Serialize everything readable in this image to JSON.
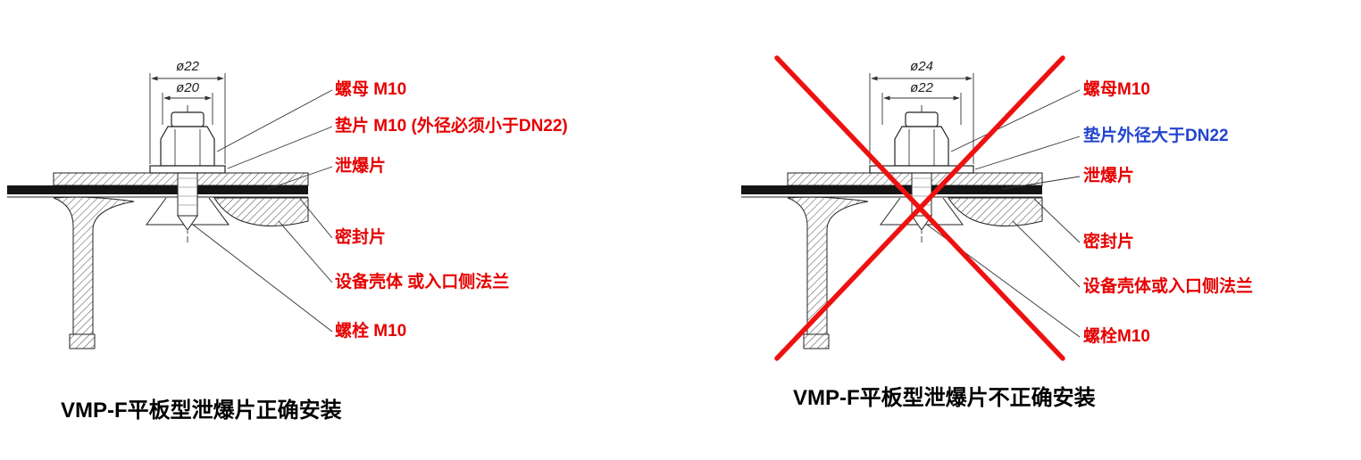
{
  "colors": {
    "label_red": "#e60000",
    "label_blue": "#2244cc",
    "cross_red": "#ee1111",
    "caption_black": "#000000"
  },
  "left_diagram": {
    "dims": {
      "outer": "ø22",
      "inner": "ø20"
    },
    "labels": [
      {
        "text": "螺母 M10",
        "color": "red"
      },
      {
        "text": "垫片 M10 (外径必须小于DN22)",
        "color": "red"
      },
      {
        "text": "泄爆片",
        "color": "red"
      },
      {
        "text": "密封片",
        "color": "red"
      },
      {
        "text": "设备壳体 或入口侧法兰",
        "color": "red"
      },
      {
        "text": "螺栓 M10",
        "color": "red"
      }
    ],
    "caption": "VMP-F平板型泄爆片正确安装"
  },
  "right_diagram": {
    "dims": {
      "outer": "ø24",
      "inner": "ø22"
    },
    "labels": [
      {
        "text": "螺母M10",
        "color": "red"
      },
      {
        "text": "垫片外径大于DN22",
        "color": "blue"
      },
      {
        "text": "泄爆片",
        "color": "red"
      },
      {
        "text": "密封片",
        "color": "red"
      },
      {
        "text": "设备壳体或入口侧法兰",
        "color": "red"
      },
      {
        "text": "螺栓M10",
        "color": "red"
      }
    ],
    "caption": "VMP-F平板型泄爆片不正确安装"
  }
}
